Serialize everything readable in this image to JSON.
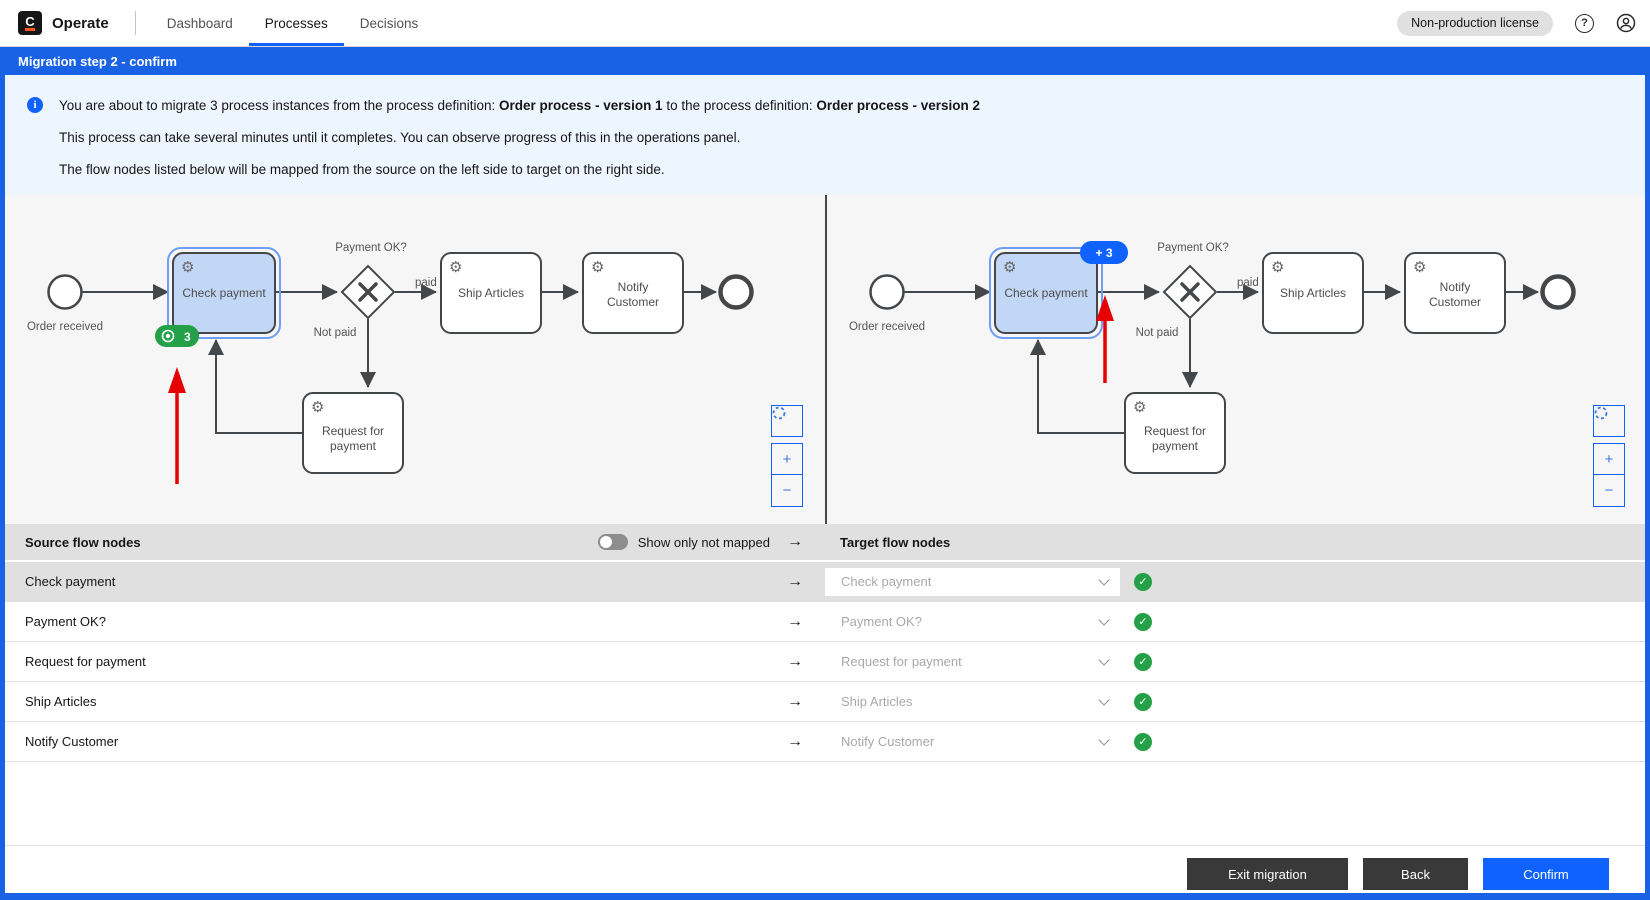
{
  "topbar": {
    "logo_letter": "C",
    "brand": "Operate",
    "tabs": [
      {
        "label": "Dashboard",
        "active": false
      },
      {
        "label": "Processes",
        "active": true
      },
      {
        "label": "Decisions",
        "active": false
      }
    ],
    "license_badge": "Non-production license",
    "help_icon": "?"
  },
  "banner": {
    "title": "Migration step 2 - confirm"
  },
  "info": {
    "l1a": "You are about to migrate 3 process instances from the process definition: ",
    "l1b": "Order process - version 1",
    "l1c": " to the process definition: ",
    "l1d": "Order process - version 2",
    "line2": "This process can take several minutes until it completes. You can observe progress of this in the operations panel.",
    "line3": "The flow nodes listed below will be mapped from the source on the left side to target on the right side."
  },
  "diagram": {
    "labels": {
      "start": "Order received",
      "check_payment": "Check payment",
      "gateway": "Payment OK?",
      "paid": "paid",
      "not_paid": "Not paid",
      "ship": "Ship Articles",
      "notify1": "Notify",
      "notify2": "Customer",
      "request1": "Request for",
      "request2": "payment"
    },
    "source_instances_badge": "3",
    "target_instances_badge": "+ 3",
    "gear_icon": "⚙",
    "zoom_in": "+",
    "zoom_out": "−"
  },
  "mapping_table": {
    "source_header": "Source flow nodes",
    "toggle_label": "Show only not mapped",
    "arrow": "→",
    "target_header": "Target flow nodes",
    "check_icon": "✓",
    "rows": [
      {
        "source": "Check payment",
        "target": "Check payment"
      },
      {
        "source": "Payment OK?",
        "target": "Payment OK?"
      },
      {
        "source": "Request for payment",
        "target": "Request for payment"
      },
      {
        "source": "Ship Articles",
        "target": "Ship Articles"
      },
      {
        "source": "Notify Customer",
        "target": "Notify Customer"
      }
    ]
  },
  "footer": {
    "exit": "Exit migration",
    "back": "Back",
    "confirm": "Confirm"
  },
  "colors": {
    "accent": "#0f62fe",
    "banner_blue": "#1a62e5",
    "green": "#24a148",
    "red": "#e60000",
    "info_bg": "#edf5ff"
  }
}
